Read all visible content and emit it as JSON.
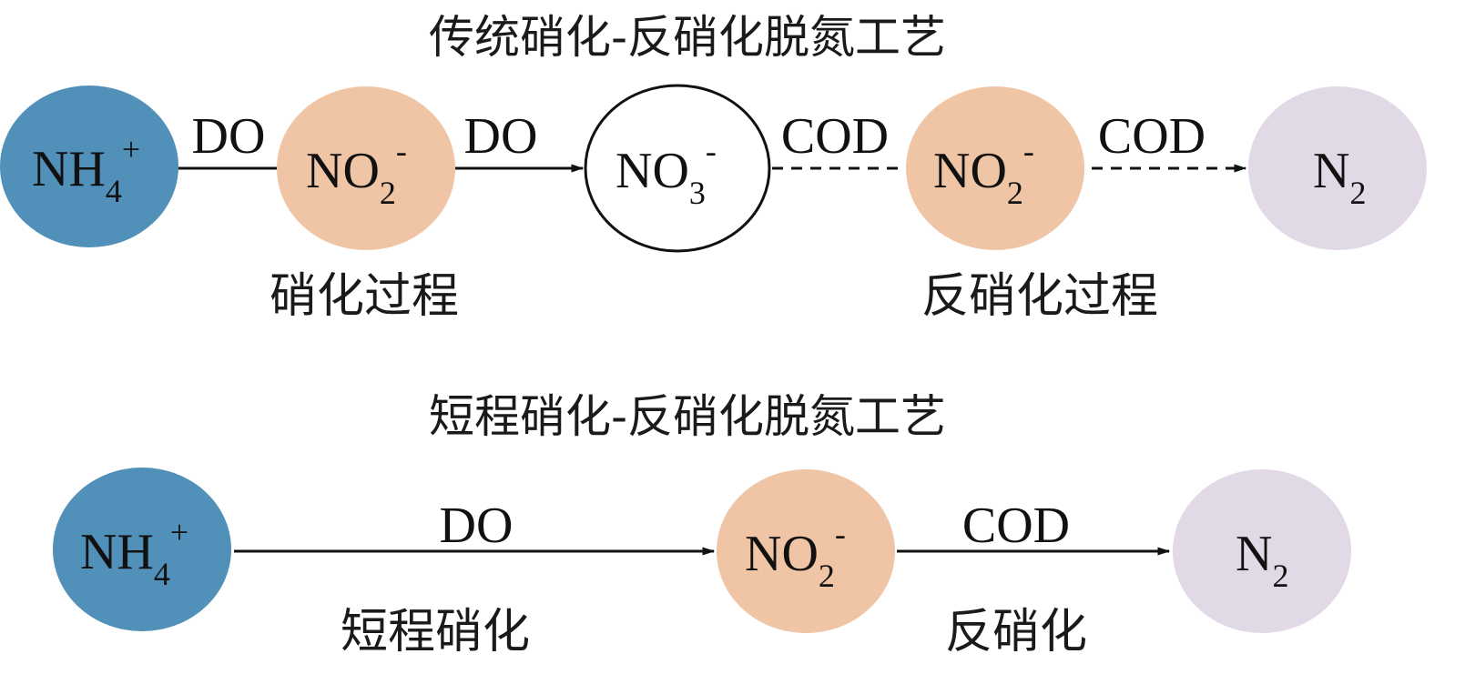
{
  "colors": {
    "ammonium": "#5190b9",
    "nitrite": "#f0c5a6",
    "nitrate": "#ffffff",
    "nitrogen": "#e2d9e7",
    "ink": "#111111"
  },
  "traditional": {
    "title": "传统硝化-反硝化脱氮工艺",
    "nodes": [
      {
        "base": "NH",
        "sub": "4",
        "sup": "+"
      },
      {
        "base": "NO",
        "sub": "2",
        "sup": "-"
      },
      {
        "base": "NO",
        "sub": "3",
        "sup": "-"
      },
      {
        "base": "NO",
        "sub": "2",
        "sup": "-"
      },
      {
        "base": "N",
        "sub": "2",
        "sup": ""
      }
    ],
    "edges": [
      "DO",
      "DO",
      "COD",
      "COD"
    ],
    "captions": [
      "硝化过程",
      "反硝化过程"
    ]
  },
  "shortcut": {
    "title": "短程硝化-反硝化脱氮工艺",
    "nodes": [
      {
        "base": "NH",
        "sub": "4",
        "sup": "+"
      },
      {
        "base": "NO",
        "sub": "2",
        "sup": "-"
      },
      {
        "base": "N",
        "sub": "2",
        "sup": ""
      }
    ],
    "edges": [
      "DO",
      "COD"
    ],
    "captions": [
      "短程硝化",
      "反硝化"
    ]
  }
}
